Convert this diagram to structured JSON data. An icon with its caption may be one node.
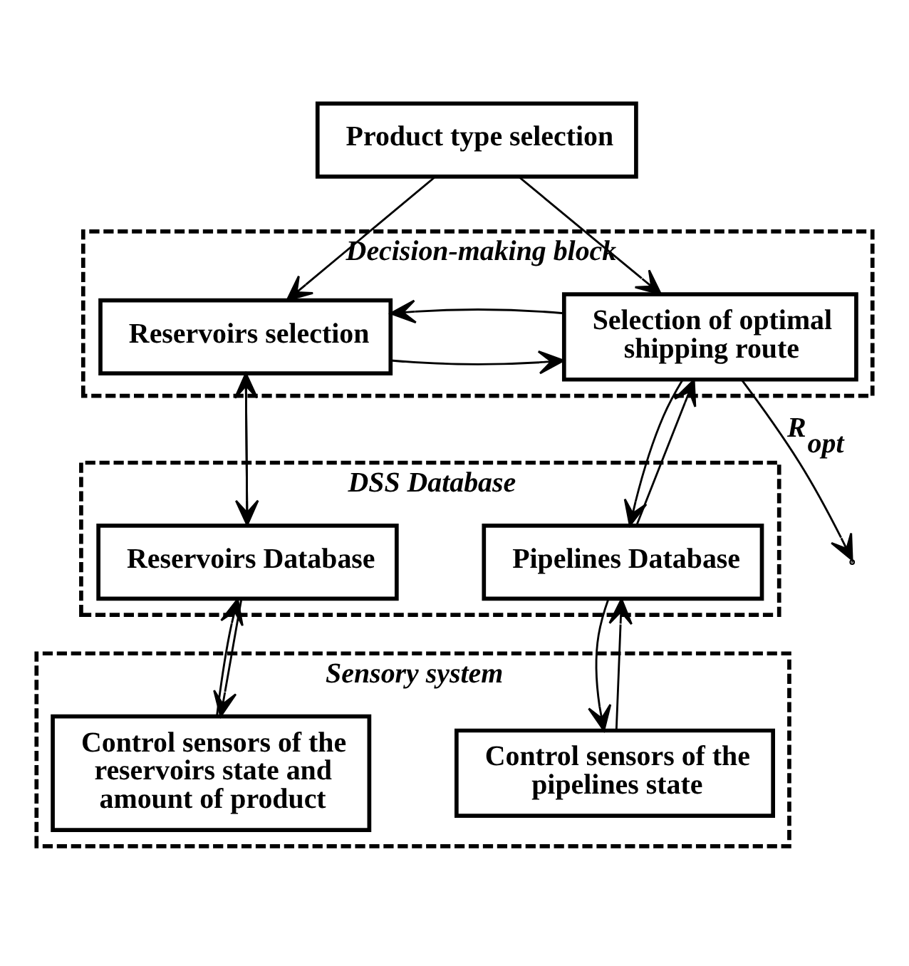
{
  "diagram": {
    "nodes": [
      {
        "text": [
          "Product type selection"
        ]
      },
      {
        "text": [
          "Decision-making block"
        ]
      },
      {
        "text": [
          "Reservoirs selection"
        ],
        "in": 1
      },
      {
        "text": [
          "Selection of optimal shipping route"
        ],
        "in": 1
      },
      {
        "text": [
          "DSS Database"
        ]
      },
      {
        "text": [
          "Reservoirs Database"
        ],
        "in": 4
      },
      {
        "text": [
          "Pipelines Database"
        ],
        "in": 4
      },
      {
        "text": [
          "Sensory system"
        ]
      },
      {
        "text": [
          "Control sensors of the reservoirs state and amount of product"
        ],
        "in": 7
      },
      {
        "text": [
          "Control sensors of the pipelines state"
        ],
        "in": 7
      }
    ],
    "edges": [
      {
        "from": 0,
        "to": 2,
        "arrow": "to"
      },
      {
        "from": 0,
        "to": 3,
        "arrow": "to"
      },
      {
        "from": 2,
        "to": 3,
        "arrow": "to"
      },
      {
        "from": 3,
        "to": 2,
        "arrow": "to"
      },
      {
        "from": 3,
        "to": null,
        "arrow": "to",
        "label": "R$_{opt}$"
      },
      {
        "from": 5,
        "to": 2,
        "arrow": "to"
      },
      {
        "from": 2,
        "to": 5,
        "arrow": "to"
      },
      {
        "from": 6,
        "to": 3,
        "arrow": "to"
      },
      {
        "from": 3,
        "to": 6,
        "arrow": "to"
      },
      {
        "from": 8,
        "to": 5,
        "arrow": "to"
      },
      {
        "from": 5,
        "to": 8,
        "arrow": "to"
      },
      {
        "from": 9,
        "to": 6,
        "arrow": "to"
      },
      {
        "from": 6,
        "to": 9,
        "arrow": "to"
      }
    ]
  }
}
